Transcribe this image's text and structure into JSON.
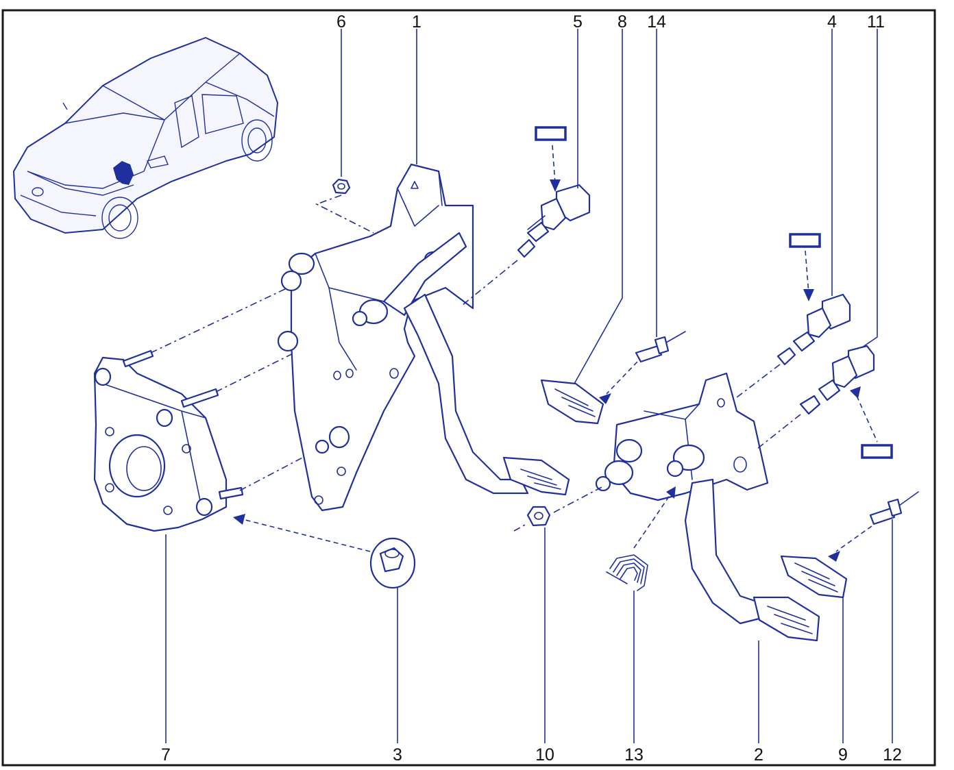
{
  "diagram": {
    "callouts": [
      {
        "id": "6",
        "label": "6"
      },
      {
        "id": "1",
        "label": "1"
      },
      {
        "id": "5",
        "label": "5"
      },
      {
        "id": "8",
        "label": "8"
      },
      {
        "id": "14",
        "label": "14"
      },
      {
        "id": "4",
        "label": "4"
      },
      {
        "id": "11",
        "label": "11"
      },
      {
        "id": "7",
        "label": "7"
      },
      {
        "id": "3",
        "label": "3"
      },
      {
        "id": "10",
        "label": "10"
      },
      {
        "id": "13",
        "label": "13"
      },
      {
        "id": "2",
        "label": "2"
      },
      {
        "id": "9",
        "label": "9"
      },
      {
        "id": "12",
        "label": "12"
      }
    ],
    "line_color": "#1f2f9c",
    "frame_color": "#1a1a1a",
    "label_color": "#111111"
  }
}
